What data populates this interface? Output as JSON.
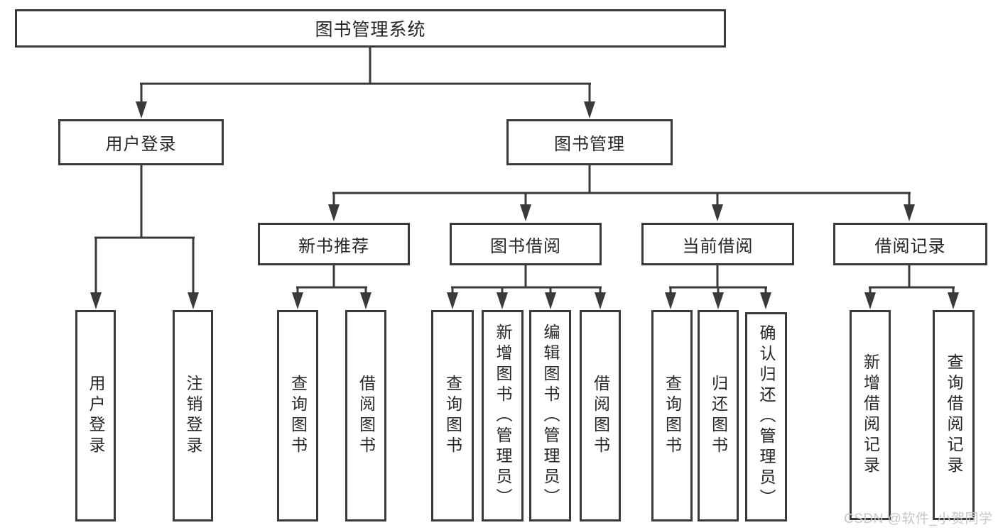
{
  "tree": {
    "root": {
      "label": "图书管理系统"
    },
    "branches": [
      {
        "label": "用户登录",
        "children": [
          "用户登录",
          "注销登录"
        ]
      },
      {
        "label": "图书管理",
        "children": [
          {
            "label": "新书推荐",
            "children": [
              "查询图书",
              "借阅图书"
            ]
          },
          {
            "label": "图书借阅",
            "children": [
              "查询图书",
              "新增图书（管理员）",
              "编辑图书（管理员）",
              "借阅图书"
            ]
          },
          {
            "label": "当前借阅",
            "children": [
              "查询图书",
              "归还图书",
              "确认归还（管理员）"
            ]
          },
          {
            "label": "借阅记录",
            "children": [
              "新增借阅记录",
              "查询借阅记录"
            ]
          }
        ]
      }
    ]
  },
  "watermark": {
    "text": "CSDN @软件_小贺同学"
  },
  "colors": {
    "line": "#3a3a3a",
    "text": "#262626",
    "watermark": "#c5c7ca",
    "background": "#ffffff"
  }
}
